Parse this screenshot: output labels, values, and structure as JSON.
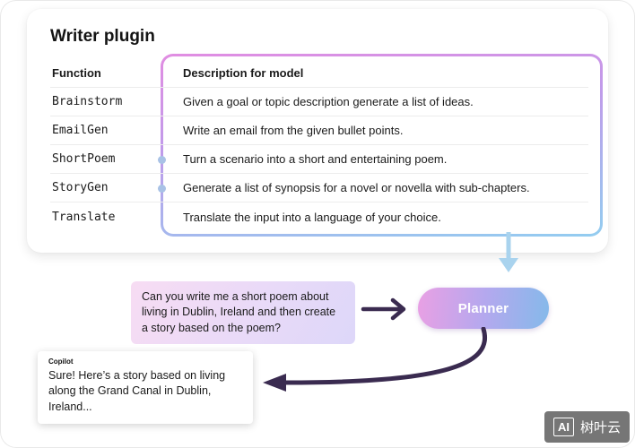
{
  "title": "Writer plugin",
  "table": {
    "headers": {
      "function": "Function",
      "description": "Description for model"
    },
    "rows": [
      {
        "function": "Brainstorm",
        "description": "Given a goal or topic description generate a list of ideas."
      },
      {
        "function": "EmailGen",
        "description": "Write an email from the given bullet points."
      },
      {
        "function": "ShortPoem",
        "description": "Turn a scenario into a short and entertaining poem."
      },
      {
        "function": "StoryGen",
        "description": "Generate a list of synopsis for a novel or novella with sub-chapters."
      },
      {
        "function": "Translate",
        "description": "Translate the input into a language of your choice."
      }
    ]
  },
  "flow": {
    "prompt": "Can you write me a short poem about living in Dublin, Ireland and then create a story based on the poem?",
    "planner_label": "Planner",
    "copilot_label": "Copilot",
    "copilot_reply": "Sure! Here’s a story based on living along the Grand Canal in Dublin, Ireland..."
  },
  "watermark": {
    "logo": "AI",
    "text": "树叶云"
  },
  "colors": {
    "ring_gradient_top": "#e18de2",
    "ring_gradient_bottom": "#93cdf0",
    "planner_gradient_left": "#e9a0e4",
    "planner_gradient_right": "#85b9ea",
    "bubble_gradient_left": "#f7dcf3",
    "bubble_gradient_right": "#ddd7f9",
    "arrow_dark": "#3a2b50",
    "arrow_blue": "#a9d3ee",
    "connector_dot": "#a9c2e6"
  }
}
